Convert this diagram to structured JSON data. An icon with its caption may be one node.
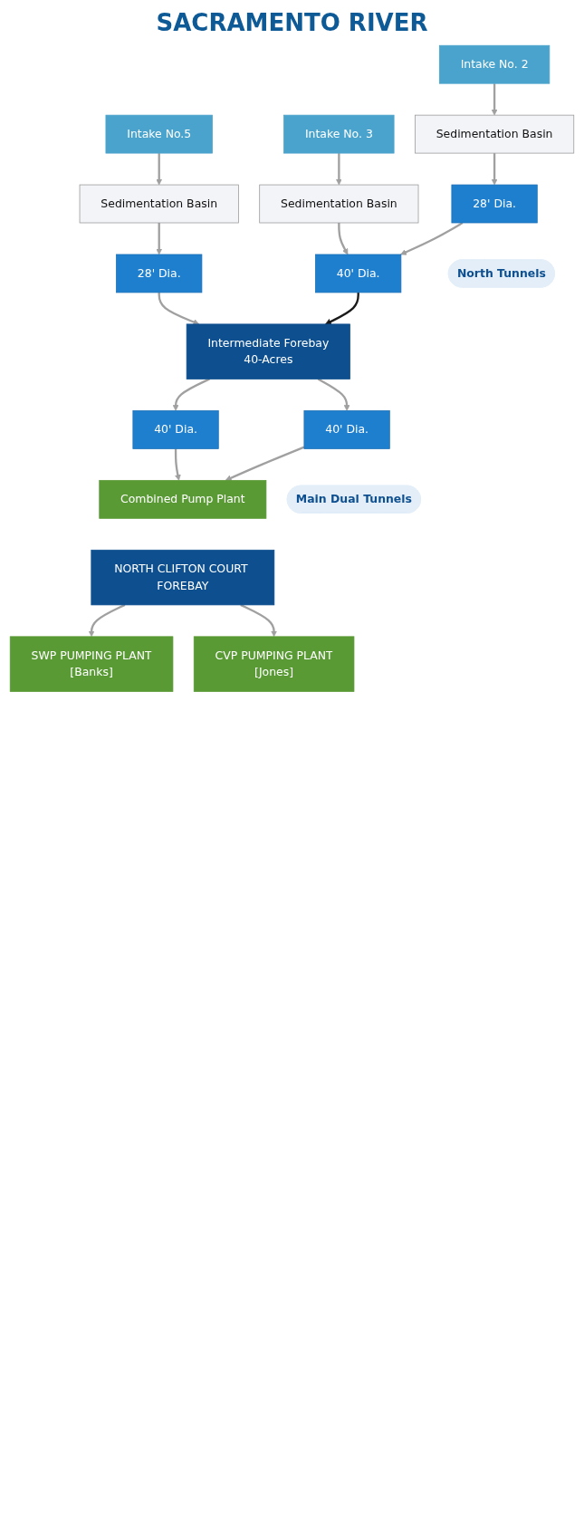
{
  "diagram": {
    "title": "SACRAMENTO RIVER",
    "nodes": [
      {
        "text": [
          "Intake No.5"
        ]
      },
      {
        "text": [
          "Intake No. 3"
        ]
      },
      {
        "text": [
          "Intake No. 2"
        ]
      },
      {
        "text": [
          "Sedimentation Basin"
        ]
      },
      {
        "text": [
          "Sedimentation Basin"
        ]
      },
      {
        "text": [
          "Sedimentation Basin"
        ]
      },
      {
        "text": [
          "28' Dia."
        ]
      },
      {
        "text": [
          "40' Dia."
        ]
      },
      {
        "text": [
          "28' Dia."
        ]
      },
      {
        "text": [
          "Intermediate Forebay",
          "40-Acres"
        ]
      },
      {
        "text": [
          "40' Dia."
        ]
      },
      {
        "text": [
          "40' Dia."
        ]
      },
      {
        "text": [
          "Combined Pump Plant"
        ]
      },
      {
        "text": [
          "NORTH CLIFTON COURT FOREBAY"
        ]
      },
      {
        "text": [
          "SWP PUMPING PLANT",
          "[Banks]"
        ]
      },
      {
        "text": [
          "CVP PUMPING PLANT",
          "[Jones]"
        ]
      },
      {
        "text": [
          "North Tunnels"
        ]
      },
      {
        "text": [
          "Main Dual Tunnels"
        ]
      }
    ],
    "edges": [
      {
        "from": 0,
        "to": 3,
        "arrow": "to"
      },
      {
        "from": 1,
        "to": 4,
        "arrow": "to"
      },
      {
        "from": 2,
        "to": 5,
        "arrow": "to"
      },
      {
        "from": 3,
        "to": 6,
        "arrow": "to"
      },
      {
        "from": 4,
        "to": 7,
        "arrow": "to"
      },
      {
        "from": 5,
        "to": 8,
        "arrow": "to"
      },
      {
        "from": 8,
        "to": 7,
        "arrow": "to"
      },
      {
        "from": 6,
        "to": 9,
        "arrow": "to"
      },
      {
        "from": 7,
        "to": 9,
        "arrow": "to",
        "color": "#1a1a1a"
      },
      {
        "from": 9,
        "to": 10,
        "arrow": "to"
      },
      {
        "from": 9,
        "to": 11,
        "arrow": "to"
      },
      {
        "from": 10,
        "to": 12,
        "arrow": "to"
      },
      {
        "from": 11,
        "to": 12,
        "arrow": "to"
      },
      {
        "from": 13,
        "to": 14,
        "arrow": "to"
      },
      {
        "from": 13,
        "to": 15,
        "arrow": "to"
      }
    ]
  }
}
